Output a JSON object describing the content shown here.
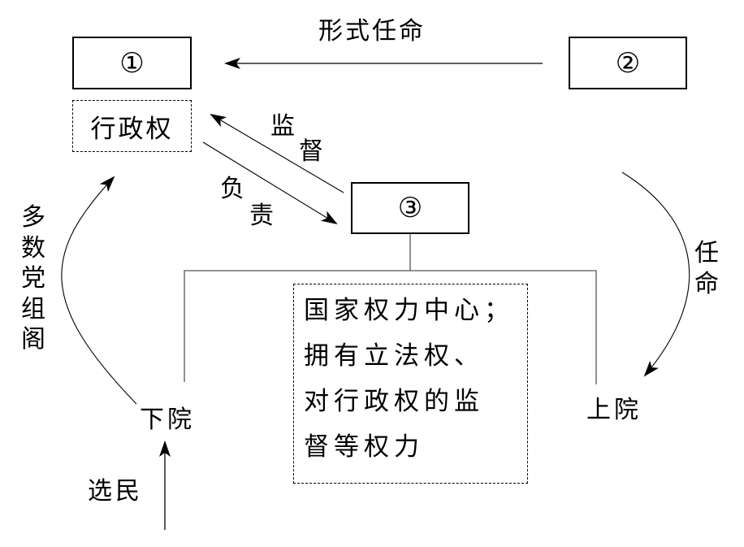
{
  "nodes": {
    "node1": {
      "label": "①"
    },
    "node2": {
      "label": "②"
    },
    "node3": {
      "label": "③"
    },
    "executive_power": {
      "label": "行政权"
    },
    "lower_house": {
      "label": "下院"
    },
    "upper_house": {
      "label": "上院"
    },
    "voters": {
      "label": "选民"
    }
  },
  "edges": {
    "formal_appointment": {
      "label": "形式任命"
    },
    "supervision": {
      "chars": [
        "监",
        "督"
      ]
    },
    "responsibility": {
      "chars": [
        "负",
        "责"
      ]
    },
    "majority_party_cabinet": {
      "chars": [
        "多",
        "数",
        "党",
        "组",
        "阁"
      ]
    },
    "appointment": {
      "chars": [
        "任",
        "命"
      ]
    }
  },
  "parliament_powers": {
    "lines": [
      "国家权力中心；",
      "拥有立法权、",
      "对行政权的监",
      "督等权力"
    ]
  },
  "colors": {
    "stroke": "#000000",
    "background": "#ffffff"
  }
}
